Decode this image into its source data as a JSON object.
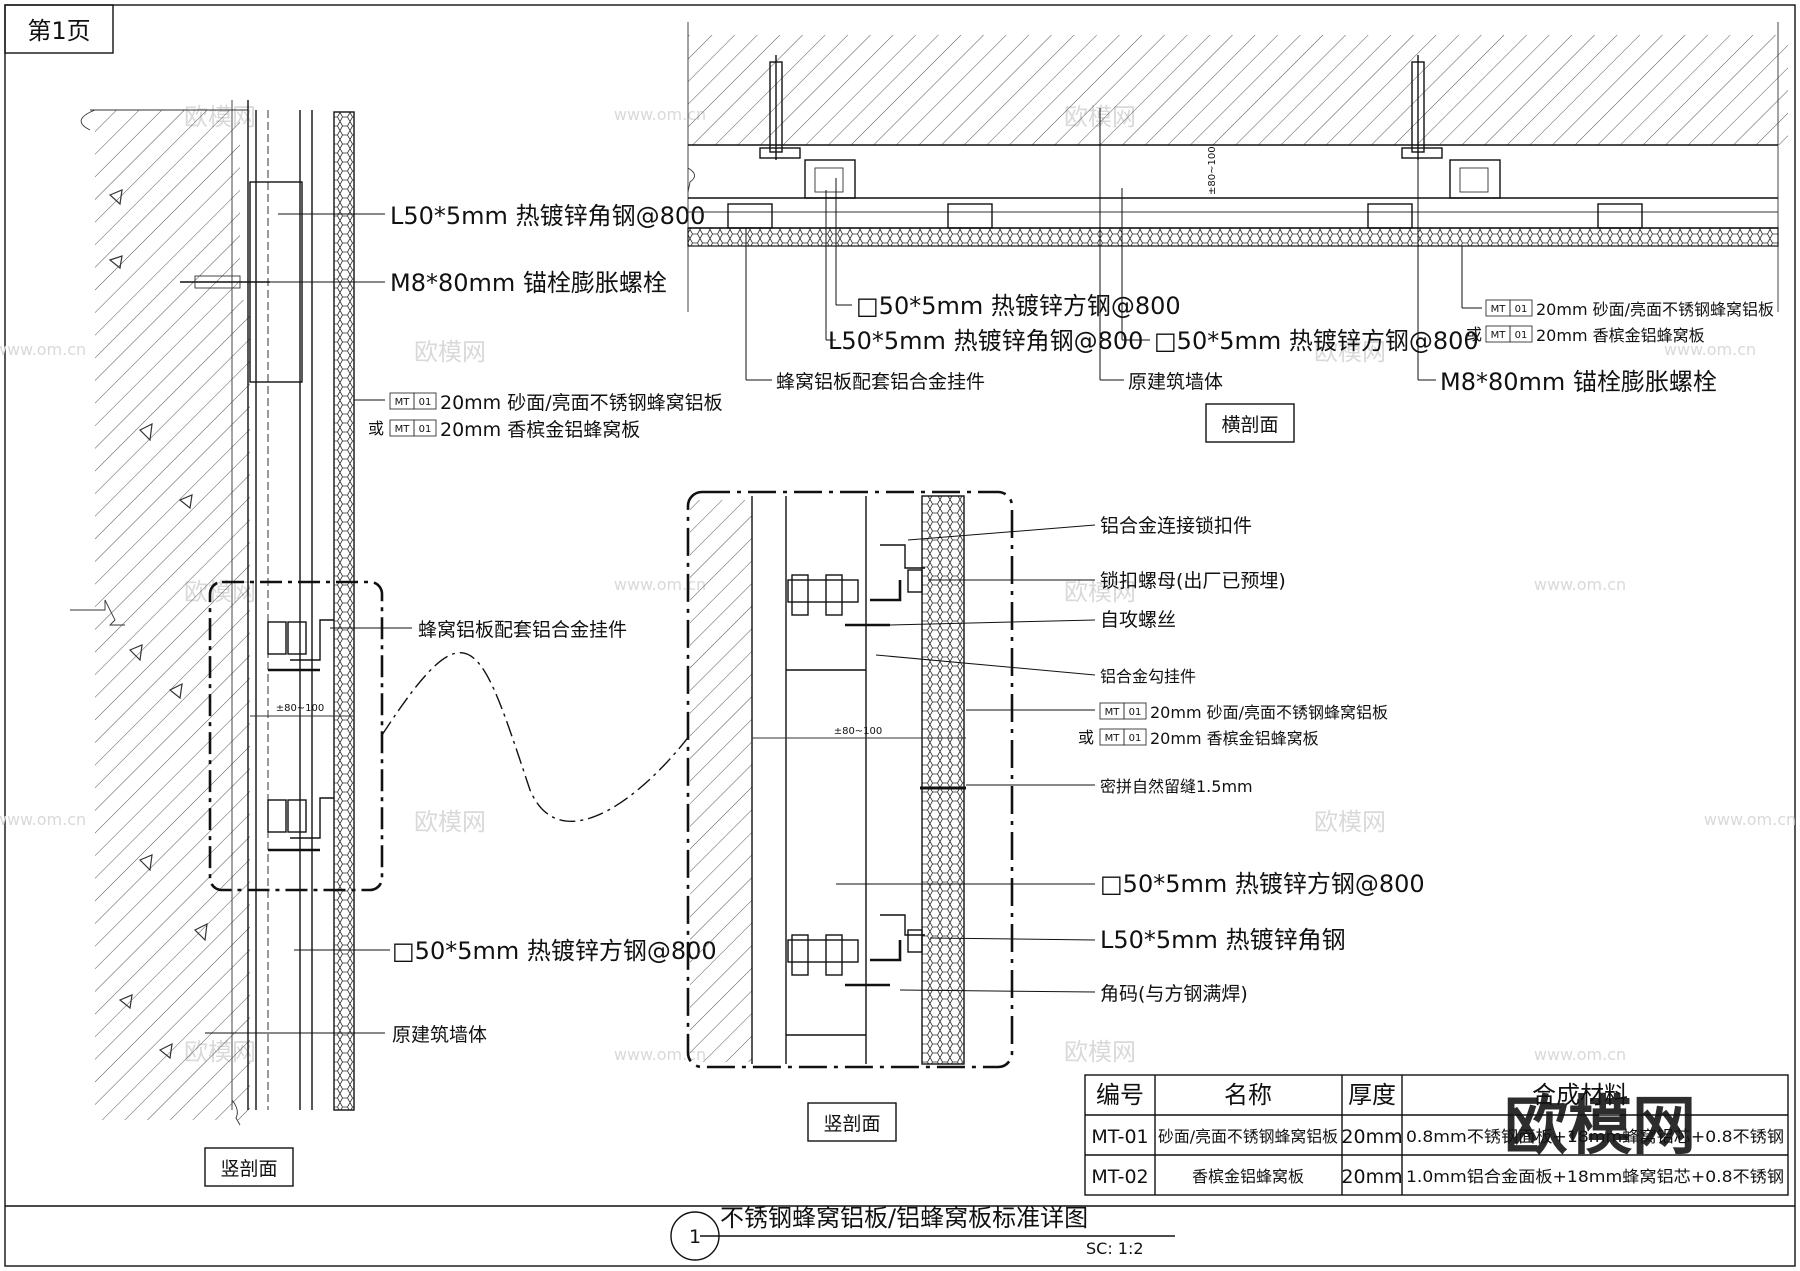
{
  "page_label": "第1页",
  "views": {
    "vertical": {
      "title": "竖剖面",
      "labels": [
        "L50*5mm 热镀锌角钢@800",
        "M8*80mm 锚栓膨胀螺栓",
        "20mm 砂面/亮面不锈钢蜂窝铝板",
        "20mm 香槟金铝蜂窝板",
        "蜂窝铝板配套铝合金挂件",
        "□50*5mm 热镀锌方钢@800",
        "原建筑墙体"
      ],
      "dim": "±80~100"
    },
    "horizontal": {
      "title": "横剖面",
      "labels": [
        "□50*5mm 热镀锌方钢@800",
        "L50*5mm 热镀锌角钢@800",
        "□50*5mm 热镀锌方钢@800",
        "蜂窝铝板配套铝合金挂件",
        "原建筑墙体",
        "M8*80mm 锚栓膨胀螺栓",
        "20mm 砂面/亮面不锈钢蜂窝铝板",
        "20mm 香槟金铝蜂窝板"
      ],
      "dim": "±80~100"
    },
    "detail": {
      "title": "竖剖面",
      "labels": [
        "铝合金连接锁扣件",
        "锁扣螺母(出厂已预埋)",
        "自攻螺丝",
        "铝合金勾挂件",
        "20mm 砂面/亮面不锈钢蜂窝铝板",
        "20mm 香槟金铝蜂窝板",
        "密拼自然留缝1.5mm",
        "□50*5mm 热镀锌方钢@800",
        "L50*5mm 热镀锌角钢",
        "角码(与方钢满焊)"
      ],
      "dim": "±80~100"
    }
  },
  "material_tag": {
    "code": "MT",
    "num": "01"
  },
  "or_text": "或",
  "table": {
    "headers": [
      "编号",
      "名称",
      "厚度",
      "合成材料"
    ],
    "rows": [
      [
        "MT-01",
        "砂面/亮面不锈钢蜂窝铝板",
        "20mm",
        "0.8mm不锈钢面板+18mm蜂窝铝芯+0.8不锈钢"
      ],
      [
        "MT-02",
        "香槟金铝蜂窝板",
        "20mm",
        "1.0mm铝合金面板+18mm蜂窝铝芯+0.8不锈钢"
      ]
    ]
  },
  "drawing_title": {
    "number": "1",
    "title": "不锈钢蜂窝铝板/铝蜂窝板标准详图",
    "scale": "SC: 1:2"
  },
  "watermarks": [
    "欧模网",
    "www.om.cn"
  ],
  "logo_text": "欧模网"
}
